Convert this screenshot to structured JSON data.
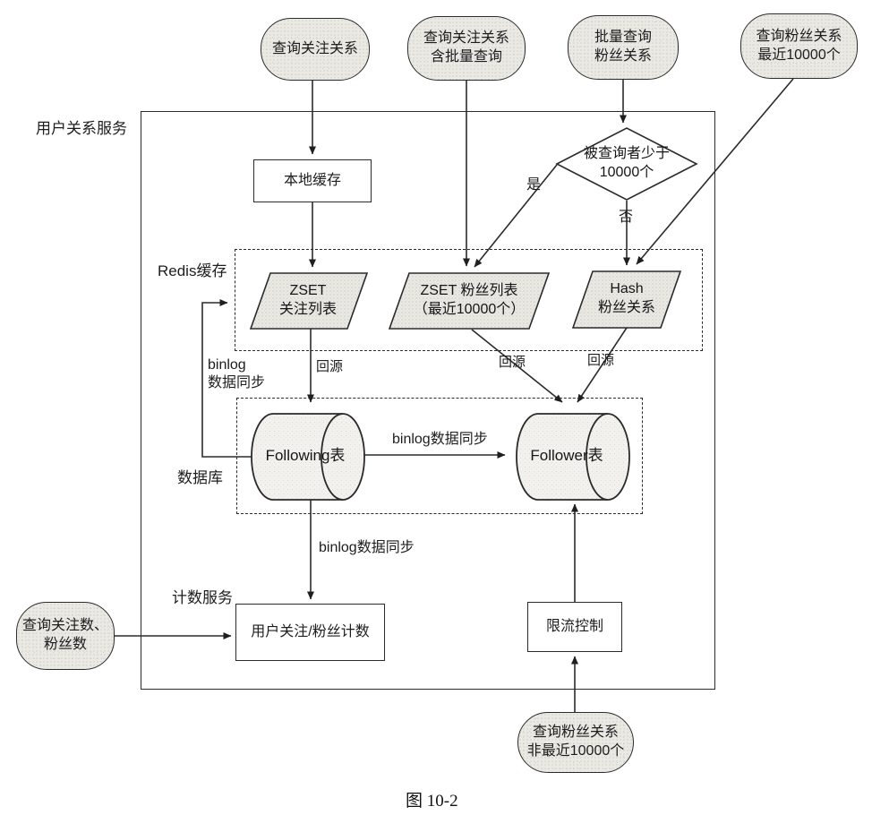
{
  "outer": {
    "label": "用户关系服务"
  },
  "caption": "图 10-2",
  "entries": {
    "query_following": "查询关注关系",
    "query_following_batch": "查询关注关系\n含批量查询",
    "batch_query_follower": "批量查询\n粉丝关系",
    "query_follower_recent": "查询粉丝关系\n最近10000个",
    "query_counts": "查询关注数、\n粉丝数",
    "query_follower_old": "查询粉丝关系\n非最近10000个"
  },
  "nodes": {
    "local_cache": "本地缓存",
    "decision": "被查询者少于\n10000个",
    "zset_following": "ZSET\n关注列表",
    "zset_follower_list": "ZSET 粉丝列表\n（最近10000个）",
    "hash_follower": "Hash\n粉丝关系",
    "following_table": "Following表",
    "follower_table": "Follower表",
    "user_count": "用户关注/粉丝计数",
    "rate_limit": "限流控制"
  },
  "labels": {
    "redis_cache": "Redis缓存",
    "database": "数据库",
    "count_service": "计数服务",
    "yes": "是",
    "no": "否",
    "back_source_1": "回源",
    "back_source_2": "回源",
    "back_source_3": "回源",
    "binlog_sync_left": "binlog\n数据同步",
    "binlog_sync_mid": "binlog数据同步",
    "binlog_sync_down": "binlog数据同步"
  },
  "colors": {
    "stroke": "#2b2b2b",
    "stipple_fill": "#eae9e4",
    "cylinder_fill": "#f2f1ed"
  }
}
